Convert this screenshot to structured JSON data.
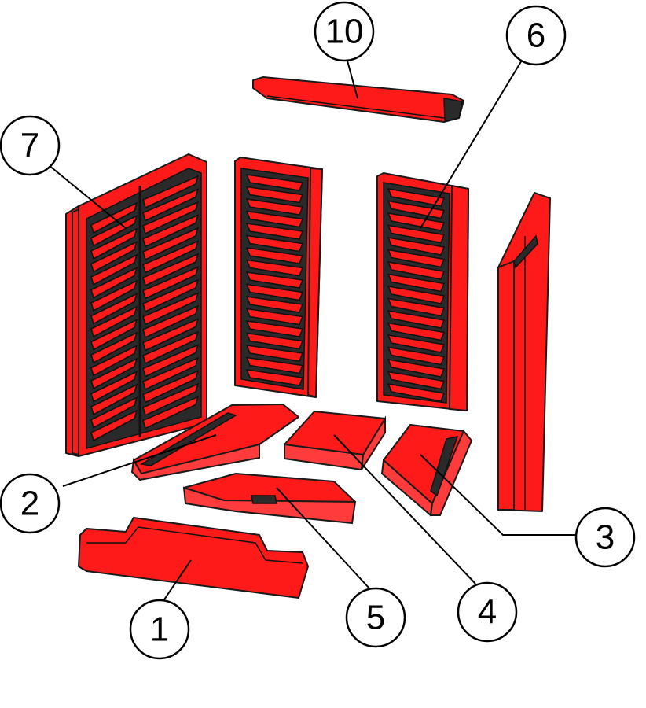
{
  "callouts": [
    {
      "label": "1"
    },
    {
      "label": "2"
    },
    {
      "label": "3"
    },
    {
      "label": "4"
    },
    {
      "label": "5"
    },
    {
      "label": "6"
    },
    {
      "label": "7"
    },
    {
      "label": "10"
    }
  ],
  "colors": {
    "part_fill": "#ff1a1a",
    "outline": "#1a1a1a",
    "background": "#ffffff"
  }
}
